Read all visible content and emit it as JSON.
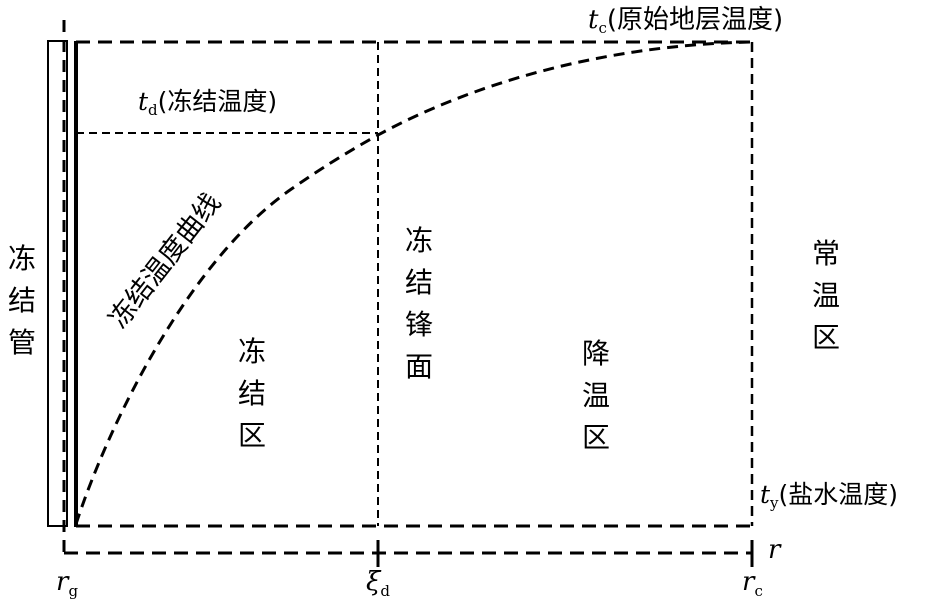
{
  "tc_label": {
    "sym": "t",
    "sub": "c",
    "text": "(原始地层温度)"
  },
  "td_label": {
    "sym": "t",
    "sub": "d",
    "text": "(冻结温度)"
  },
  "ty_label": {
    "sym": "t",
    "sub": "y",
    "text": "(盐水温度)"
  },
  "freeze_pipe": [
    "冻",
    "结",
    "管"
  ],
  "curve_label": "冻结温度曲线",
  "frozen_zone": [
    "冻",
    "结",
    "区"
  ],
  "front": [
    "冻",
    "结",
    "锋",
    "面"
  ],
  "cooling_zone": [
    "降",
    "温",
    "区"
  ],
  "normal_zone": [
    "常",
    "温",
    "区"
  ],
  "axis": {
    "r": "r",
    "rg": {
      "sym": "r",
      "sub": "g"
    },
    "xid": {
      "sym": "ξ",
      "sub": "d"
    },
    "rc": {
      "sym": "r",
      "sub": "c"
    }
  }
}
